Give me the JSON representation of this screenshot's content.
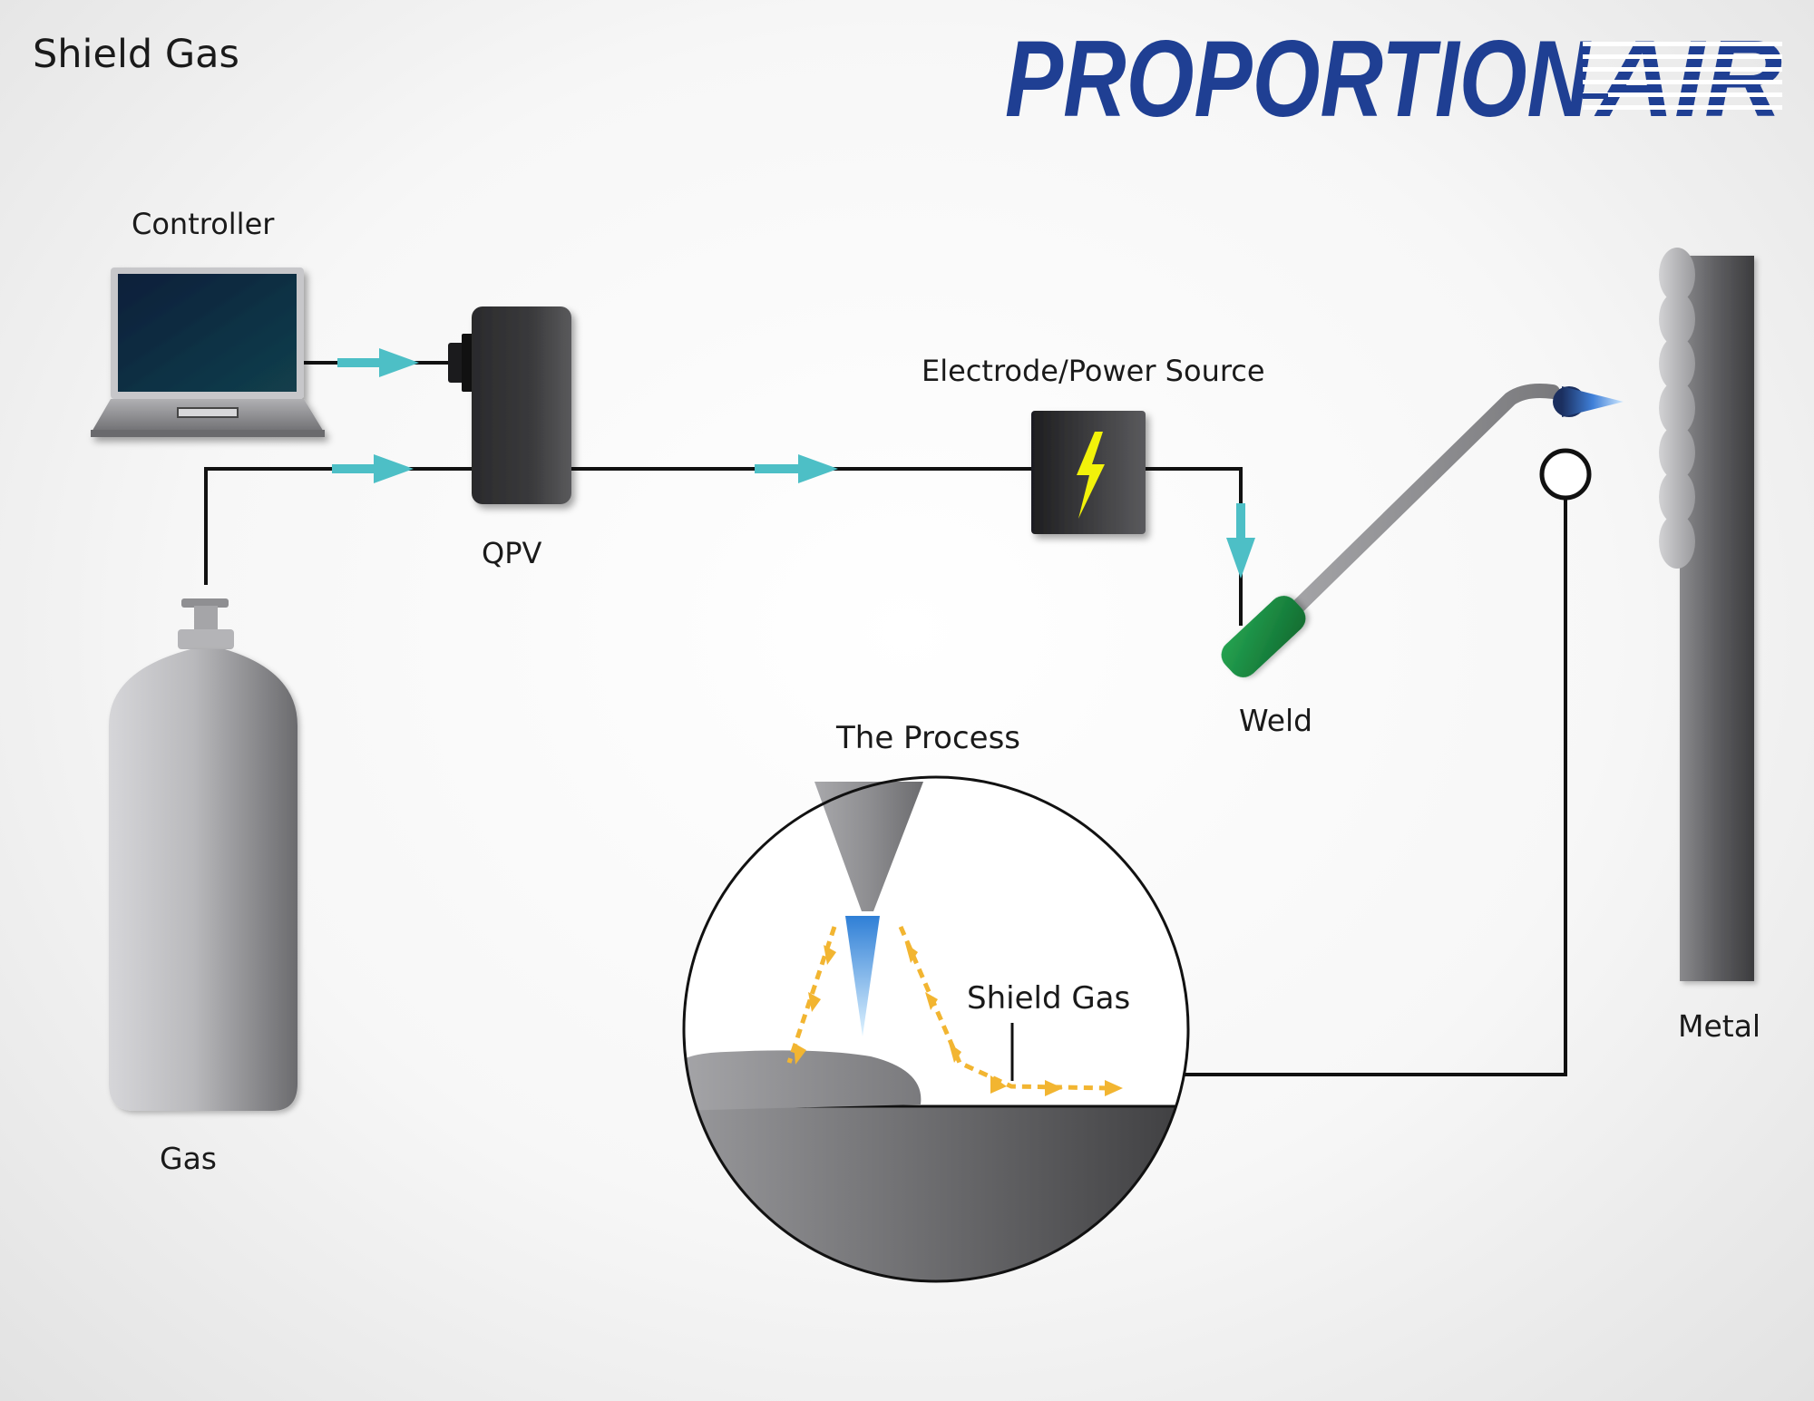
{
  "title": "Shield Gas",
  "logo": {
    "brand": "PROPORTION",
    "suffix": "AIR",
    "color": "#1f3f93"
  },
  "labels": {
    "controller": "Controller",
    "qpv": "QPV",
    "power_source": "Electrode/Power Source",
    "weld": "Weld",
    "gas": "Gas",
    "process": "The Process",
    "shield_gas": "Shield Gas",
    "metal": "Metal"
  },
  "colors": {
    "flow_arrow": "#4dbfc6",
    "gas_arrow": "#f2b531",
    "torch_handle": "#1f9447",
    "bolt": "#f2f20a",
    "flame": "#3b8fe0"
  },
  "icons": [
    "laptop-icon",
    "valve-icon",
    "lightning-bolt-icon",
    "gas-cylinder-icon",
    "weld-torch-icon",
    "metal-plate-icon"
  ]
}
